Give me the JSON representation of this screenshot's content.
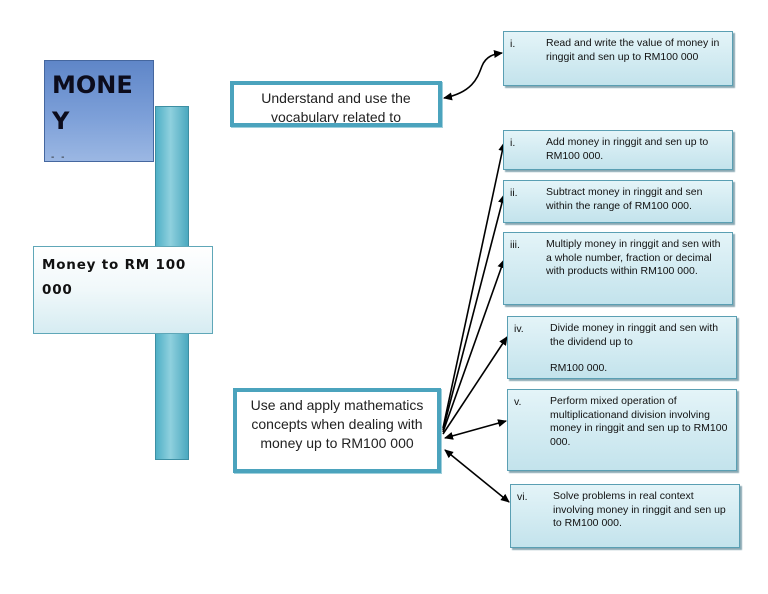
{
  "title": {
    "text": "MONEY"
  },
  "topic": {
    "text": "Money to RM 100 000"
  },
  "standards": [
    {
      "text": "Understand and use the vocabulary related to"
    },
    {
      "text": "Use and apply mathematics concepts when dealing with money up to RM100 000"
    }
  ],
  "objectives": [
    {
      "num": "i.",
      "text": "Read and write the value of money in ringgit and sen up to RM100 000"
    },
    {
      "num": "i.",
      "text": "Add money in ringgit and sen up to RM100 000."
    },
    {
      "num": "ii.",
      "text": "Subtract money in ringgit and sen within the range of RM100 000."
    },
    {
      "num": "iii.",
      "text": "Multiply money in ringgit and sen with a whole number, fraction or decimal with products within RM100 000."
    },
    {
      "num": "iv.",
      "text": "Divide money in ringgit and sen with the dividend up to",
      "extra": "RM100 000."
    },
    {
      "num": "v.",
      "text": "Perform mixed operation of multiplicationand division involving money in ringgit and sen up to RM100 000."
    },
    {
      "num": "vi.",
      "text": "Solve problems in real context involving money in ringgit and sen up to RM100 000."
    }
  ],
  "colors": {
    "title_fill": "#6f93d1",
    "spine_fill": "#6cc0d2",
    "box_border": "#4ba3bd",
    "objective_fill": "#d3edf3"
  }
}
